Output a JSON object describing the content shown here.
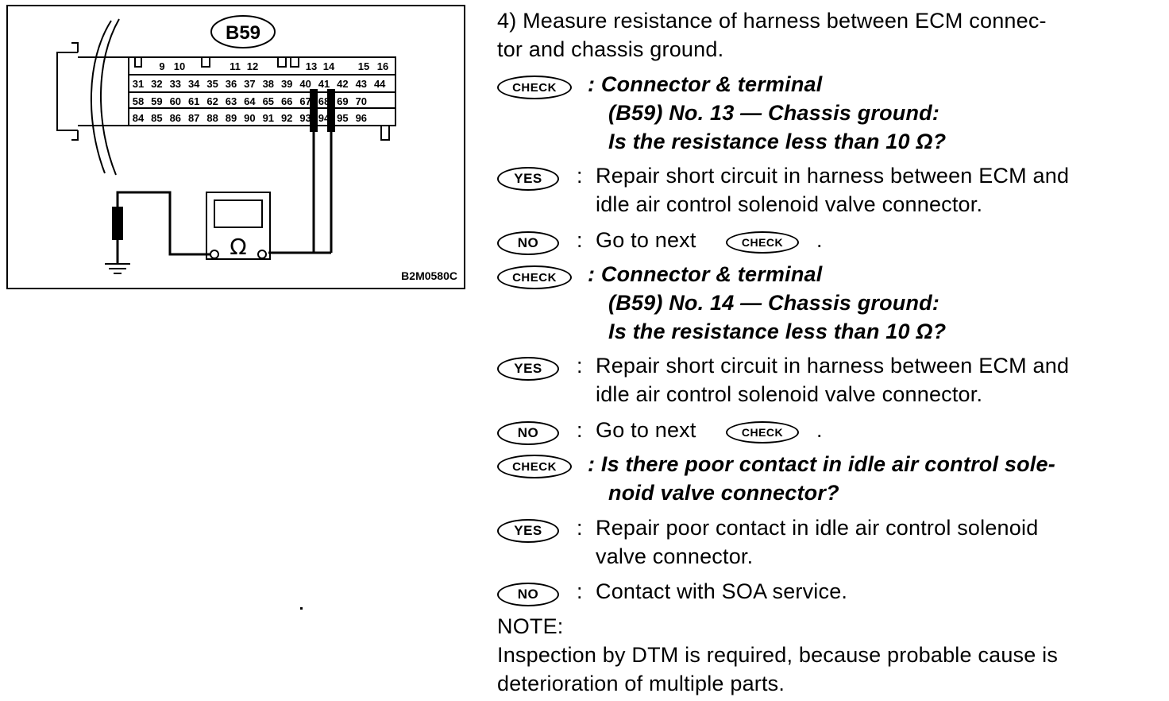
{
  "figure": {
    "connector_label": "B59",
    "figure_code": "B2M0580C",
    "ohm_symbol": "Ω",
    "top_row_pins": [
      "9",
      "10",
      "11",
      "12",
      "13",
      "14",
      "15",
      "16"
    ],
    "rows": [
      [
        "31",
        "32",
        "33",
        "34",
        "35",
        "36",
        "37",
        "38",
        "39",
        "40",
        "41",
        "42",
        "43",
        "44"
      ],
      [
        "58",
        "59",
        "60",
        "61",
        "62",
        "63",
        "64",
        "65",
        "66",
        "67",
        "68",
        "69",
        "70"
      ],
      [
        "84",
        "85",
        "86",
        "87",
        "88",
        "89",
        "90",
        "91",
        "92",
        "93",
        "94",
        "95",
        "96"
      ]
    ]
  },
  "step_intro": [
    "4)  Measure resistance of harness between ECM connec-",
    "tor and chassis ground."
  ],
  "badges": {
    "check": "CHECK",
    "yes": "YES",
    "no": "NO"
  },
  "blocks": [
    {
      "check_lines": [
        ": Connector & terminal",
        "(B59) No. 13 — Chassis ground:",
        "Is the resistance less than 10 Ω?"
      ],
      "yes_lines": [
        "Repair short circuit in harness between ECM and",
        "idle air control solenoid valve connector."
      ],
      "no_text": "Go to next",
      "no_suffix": "."
    },
    {
      "check_lines": [
        ": Connector & terminal",
        "(B59) No. 14 — Chassis ground:",
        "Is the resistance less than 10 Ω?"
      ],
      "yes_lines": [
        "Repair short circuit in harness between ECM and",
        "idle air control solenoid valve connector."
      ],
      "no_text": "Go to next",
      "no_suffix": "."
    },
    {
      "check_lines": [
        ": Is there poor contact in idle air control sole-",
        "noid valve connector?"
      ],
      "yes_lines": [
        "Repair poor contact in idle air control solenoid",
        "valve connector."
      ],
      "no_text": "Contact with SOA service."
    }
  ],
  "note": {
    "heading": "NOTE:",
    "lines": [
      "Inspection by DTM is required, because probable cause is",
      "deterioration of multiple parts."
    ]
  }
}
